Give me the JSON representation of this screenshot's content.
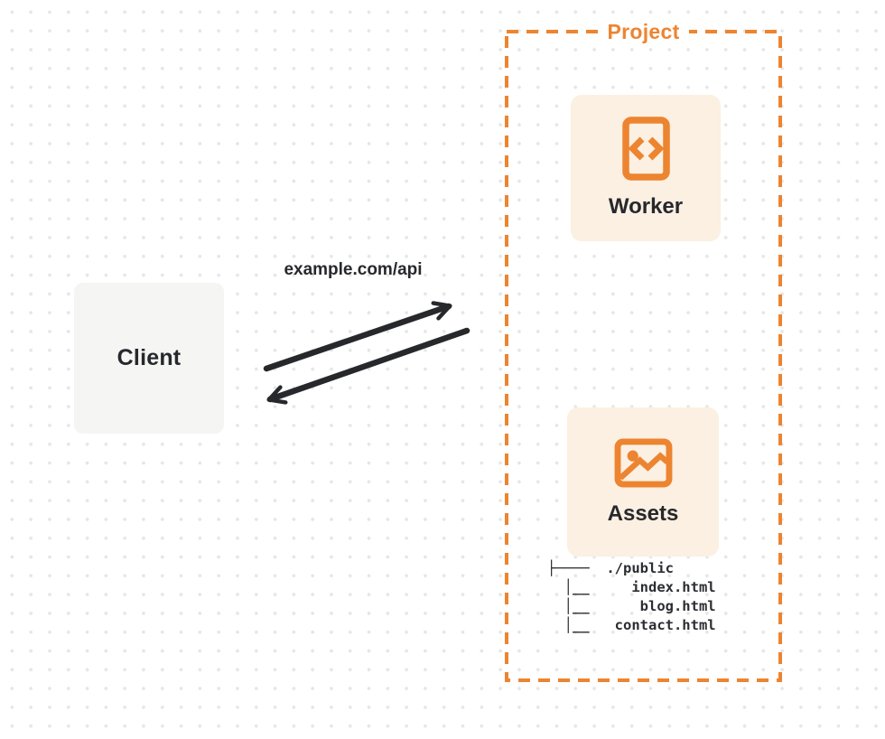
{
  "colors": {
    "accent_orange": "#ED8430",
    "card_bg": "#FBF0E2",
    "client_bg": "#F5F5F4",
    "ink": "#26282C",
    "dot_grid": "#E6E6E6",
    "page_bg": "#FFFFFF"
  },
  "client": {
    "label": "Client"
  },
  "request": {
    "url_label": "example.com/api"
  },
  "project": {
    "title": "Project",
    "worker": {
      "label": "Worker",
      "icon": "code-document-icon"
    },
    "assets": {
      "label": "Assets",
      "icon": "image-icon"
    },
    "file_tree": {
      "root": "./public",
      "files": [
        "index.html",
        "blog.html",
        "contact.html"
      ],
      "lines": [
        "├────  ./public",
        "  │__     index.html",
        "  │__      blog.html",
        "  │__   contact.html"
      ]
    }
  }
}
